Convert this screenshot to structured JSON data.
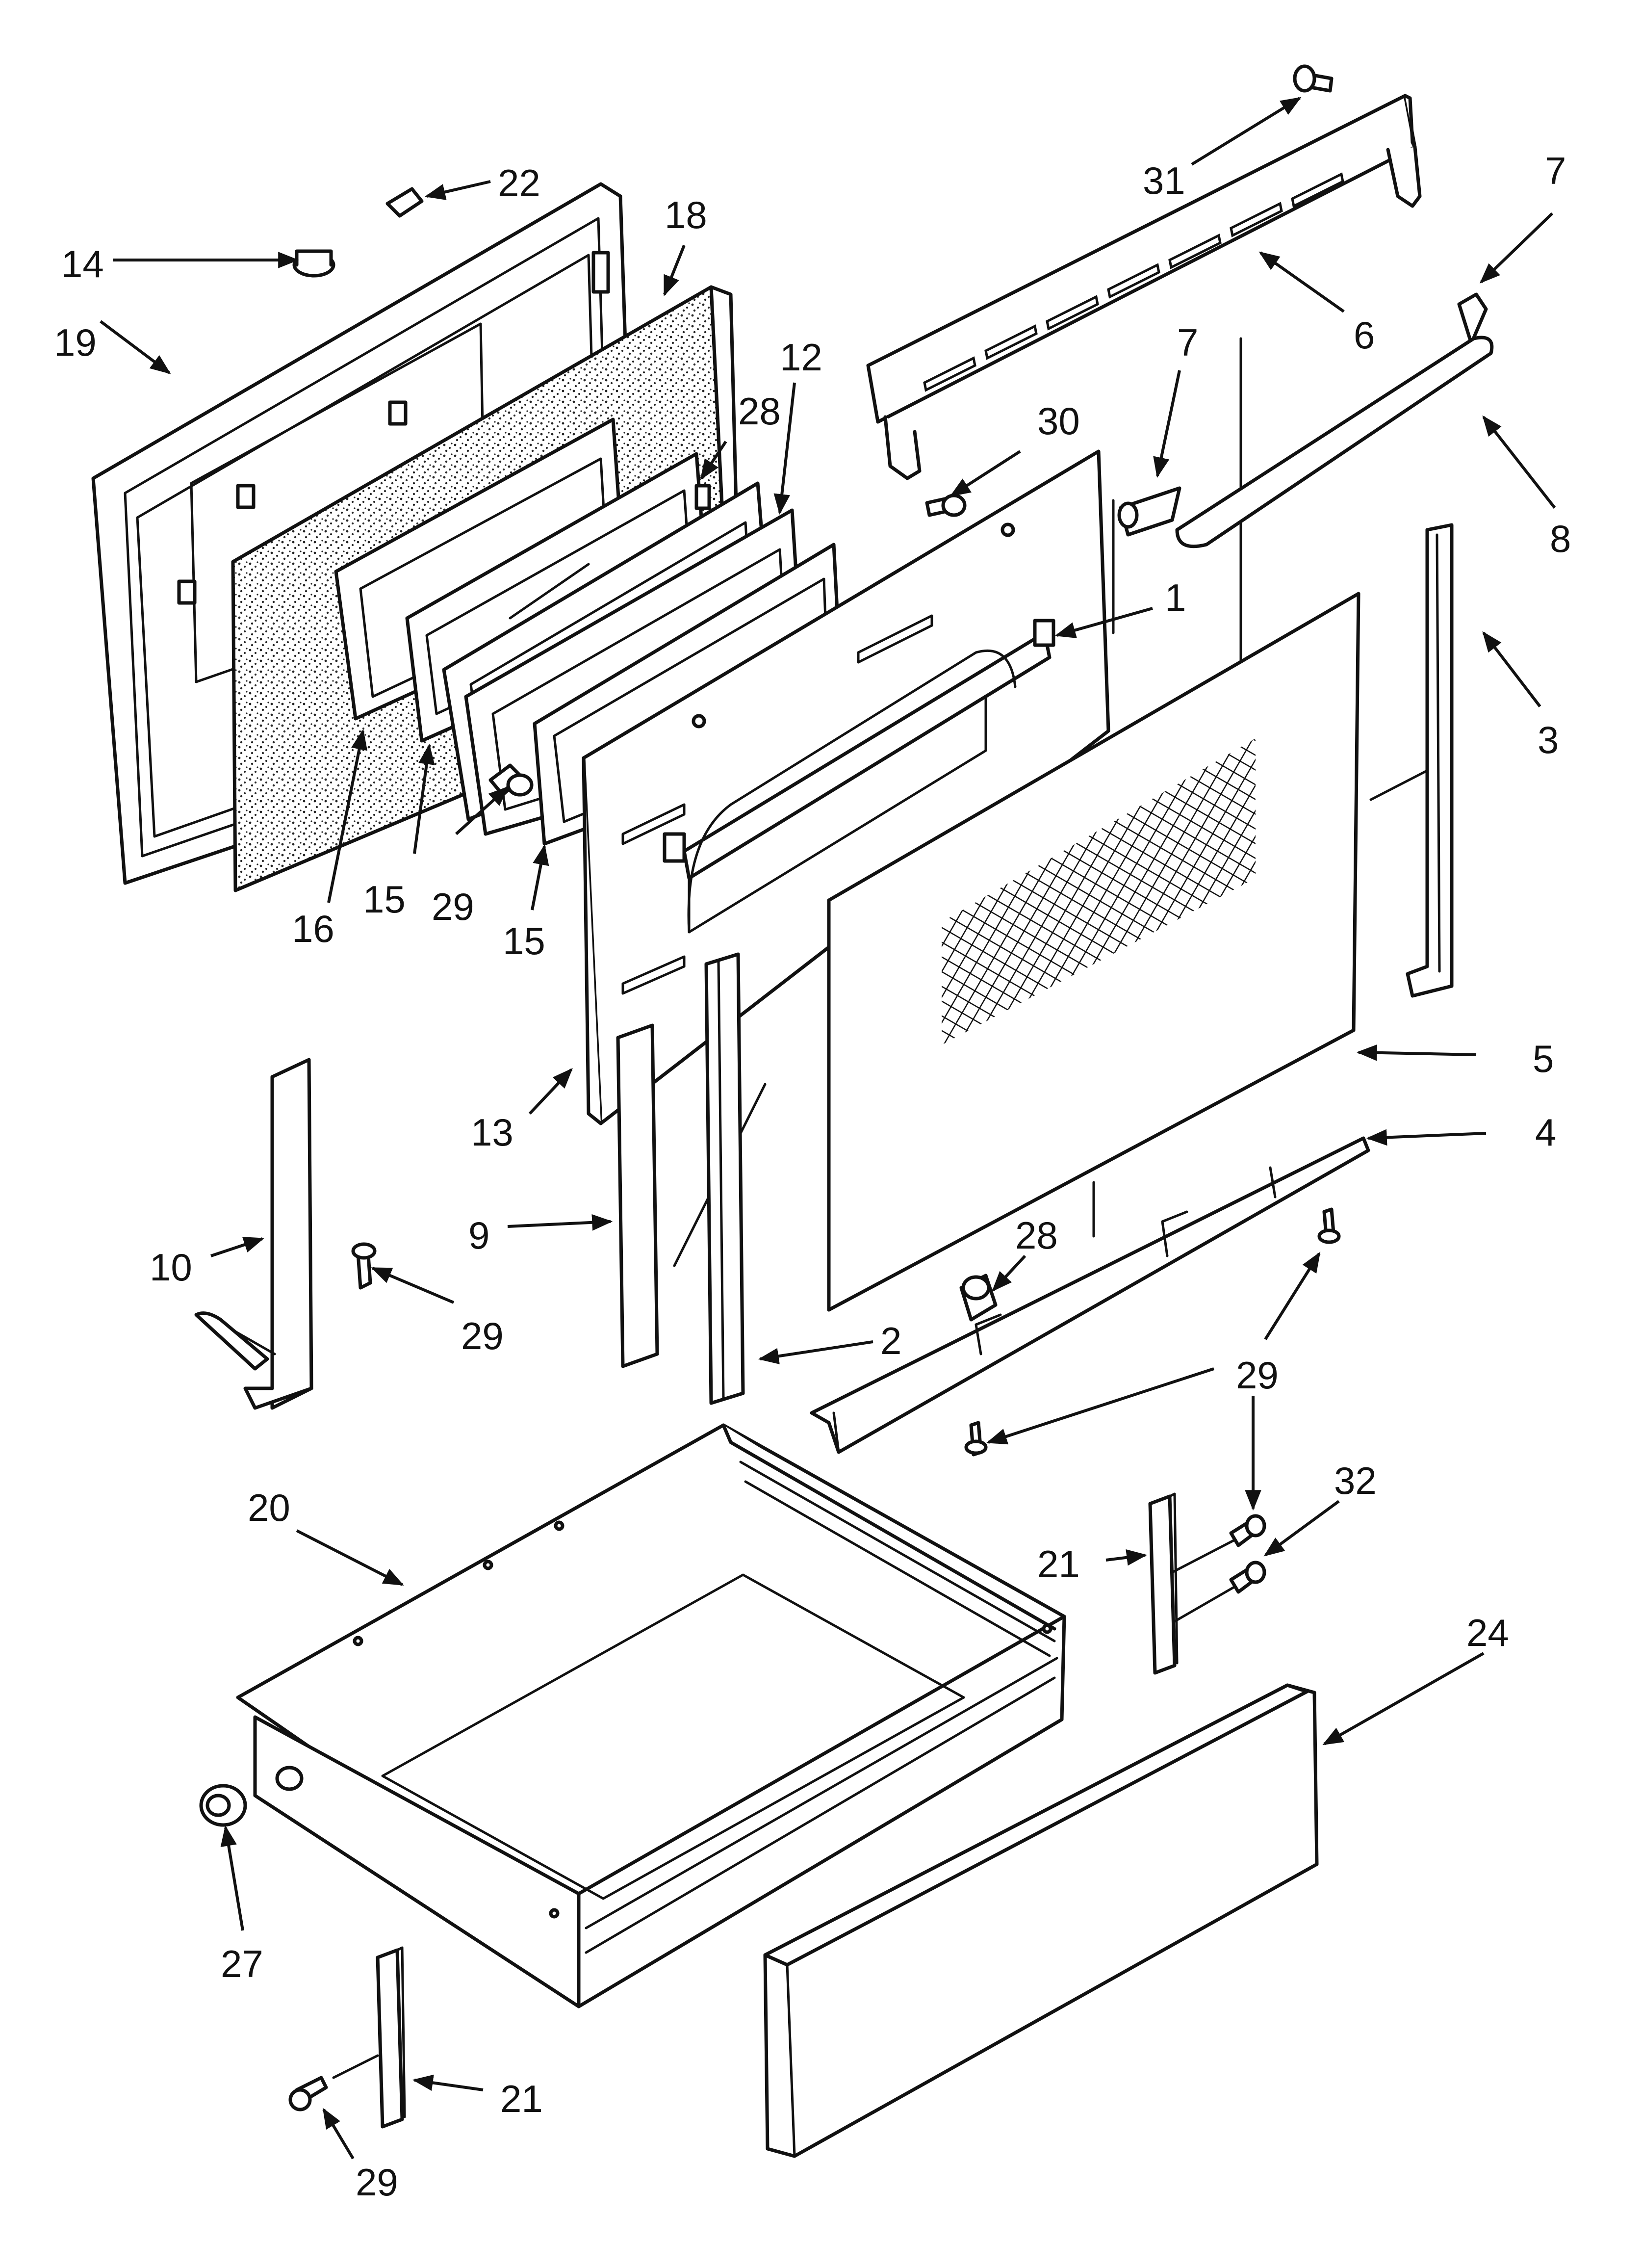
{
  "diagram": {
    "type": "exploded-parts-view",
    "callouts": [
      {
        "id": "c1",
        "label": "1"
      },
      {
        "id": "c2",
        "label": "2"
      },
      {
        "id": "c3",
        "label": "3"
      },
      {
        "id": "c4",
        "label": "4"
      },
      {
        "id": "c5",
        "label": "5"
      },
      {
        "id": "c6",
        "label": "6"
      },
      {
        "id": "c7a",
        "label": "7"
      },
      {
        "id": "c7b",
        "label": "7"
      },
      {
        "id": "c8",
        "label": "8"
      },
      {
        "id": "c9",
        "label": "9"
      },
      {
        "id": "c10",
        "label": "10"
      },
      {
        "id": "c12",
        "label": "12"
      },
      {
        "id": "c13",
        "label": "13"
      },
      {
        "id": "c14",
        "label": "14"
      },
      {
        "id": "c15a",
        "label": "15"
      },
      {
        "id": "c15b",
        "label": "15"
      },
      {
        "id": "c16",
        "label": "16"
      },
      {
        "id": "c18",
        "label": "18"
      },
      {
        "id": "c19",
        "label": "19"
      },
      {
        "id": "c20",
        "label": "20"
      },
      {
        "id": "c21a",
        "label": "21"
      },
      {
        "id": "c21b",
        "label": "21"
      },
      {
        "id": "c22",
        "label": "22"
      },
      {
        "id": "c24",
        "label": "24"
      },
      {
        "id": "c27",
        "label": "27"
      },
      {
        "id": "c28a",
        "label": "28"
      },
      {
        "id": "c28b",
        "label": "28"
      },
      {
        "id": "c29a",
        "label": "29"
      },
      {
        "id": "c29b",
        "label": "29"
      },
      {
        "id": "c29c",
        "label": "29"
      },
      {
        "id": "c29d",
        "label": "29"
      },
      {
        "id": "c30",
        "label": "30"
      },
      {
        "id": "c31",
        "label": "31"
      },
      {
        "id": "c32",
        "label": "32"
      }
    ]
  }
}
